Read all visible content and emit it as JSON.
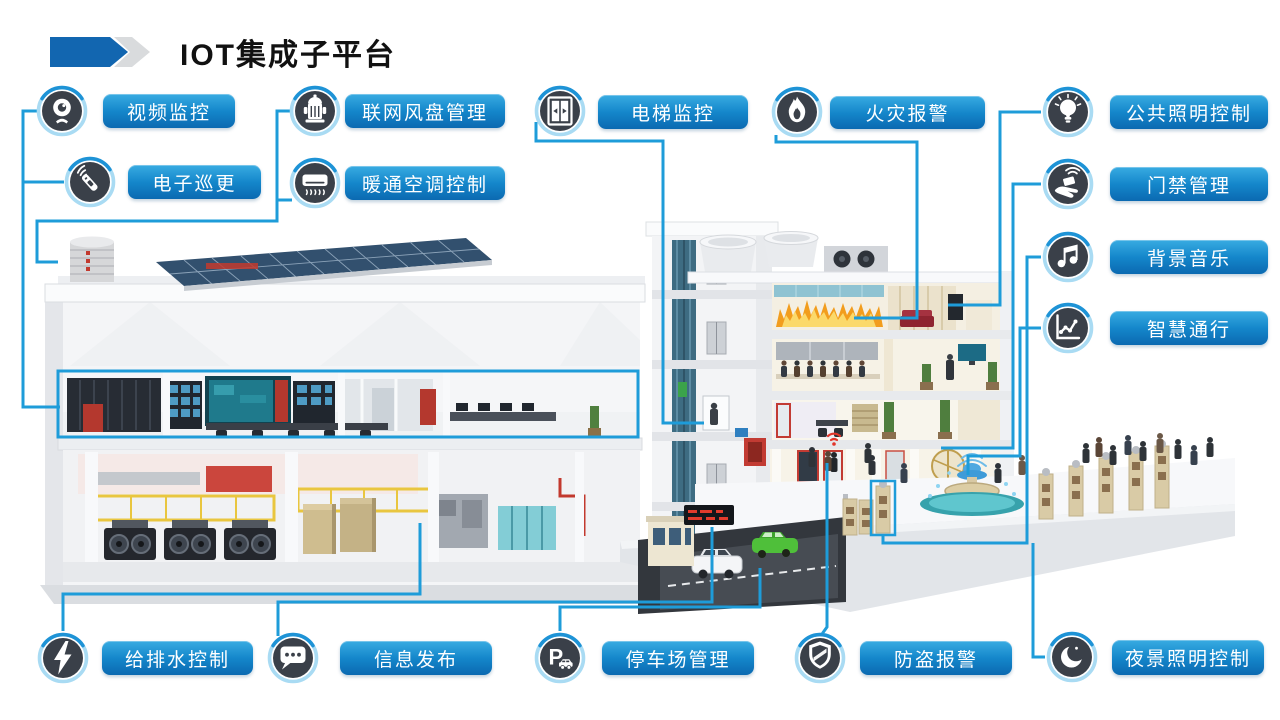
{
  "title": {
    "text": "IOT集成子平台"
  },
  "theme": {
    "line_color": "#1E9CD9",
    "pill_gradient_top": "#38ABE2",
    "pill_gradient_bottom": "#0B69B1",
    "title_arrow_color": "#1266B0",
    "title_chevron_color": "#D9DBDD",
    "icon_circle_color": "#3A4049",
    "icon_ring_color": "#A9DBF3",
    "icon_ring_accent": "#1E93D6",
    "label_text_color": "#FFFFFF"
  },
  "features": [
    {
      "id": "video-surveillance",
      "label": "视频监控",
      "icon": "webcam-icon"
    },
    {
      "id": "electronic-patrol",
      "label": "电子巡更",
      "icon": "patrol-remote-icon"
    },
    {
      "id": "fan-coil-management",
      "label": "联网风盘管理",
      "icon": "fan-coil-icon"
    },
    {
      "id": "hvac-control",
      "label": "暖通空调控制",
      "icon": "air-conditioner-icon"
    },
    {
      "id": "elevator-monitoring",
      "label": "电梯监控",
      "icon": "elevator-icon"
    },
    {
      "id": "fire-alarm",
      "label": "火灾报警",
      "icon": "flame-icon"
    },
    {
      "id": "public-lighting-control",
      "label": "公共照明控制",
      "icon": "light-bulb-icon"
    },
    {
      "id": "access-control",
      "label": "门禁管理",
      "icon": "hand-card-icon"
    },
    {
      "id": "background-music",
      "label": "背景音乐",
      "icon": "music-note-icon"
    },
    {
      "id": "smart-passage",
      "label": "智慧通行",
      "icon": "line-chart-icon"
    },
    {
      "id": "water-supply-drainage-control",
      "label": "给排水控制",
      "icon": "lightning-bolt-icon"
    },
    {
      "id": "information-release",
      "label": "信息发布",
      "icon": "speech-bubble-icon"
    },
    {
      "id": "parking-management",
      "label": "停车场管理",
      "icon": "parking-icon"
    },
    {
      "id": "burglar-alarm",
      "label": "防盗报警",
      "icon": "shield-icon"
    },
    {
      "id": "night-lighting-control",
      "label": "夜景照明控制",
      "icon": "moon-icon"
    }
  ]
}
